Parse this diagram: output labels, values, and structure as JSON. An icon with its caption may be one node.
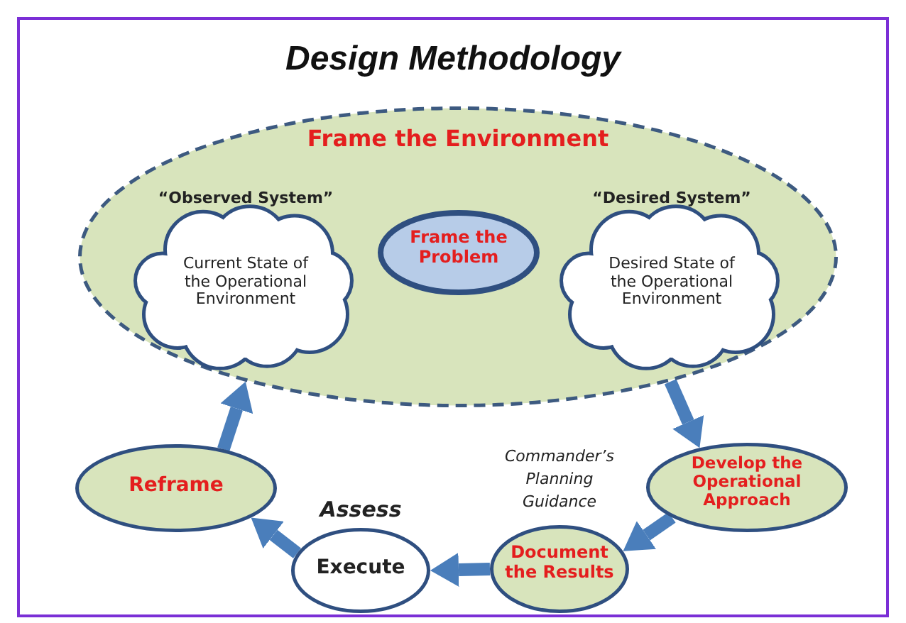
{
  "diagram": {
    "title": "Design Methodology",
    "nodes": [
      {
        "text": [
          "Frame the Environment"
        ]
      },
      {
        "text": [
          "“Observed System”",
          "Current State of the Operational Environment"
        ],
        "in": 0
      },
      {
        "text": [
          "Frame the Problem"
        ],
        "in": 0
      },
      {
        "text": [
          "“Desired System”",
          "Desired State of the Operational Environment"
        ],
        "in": 0
      },
      {
        "text": [
          "Develop the Operational Approach"
        ]
      },
      {
        "text": [
          "Document the Results"
        ],
        "beside": [
          "Commander’s Planning Guidance"
        ]
      },
      {
        "text": [
          "Execute"
        ],
        "beside": [
          "Assess"
        ]
      },
      {
        "text": [
          "Reframe"
        ]
      }
    ],
    "edges": [
      {
        "from": 0,
        "to": 4,
        "arrow": "to"
      },
      {
        "from": 4,
        "to": 5,
        "arrow": "to"
      },
      {
        "from": 5,
        "to": 6,
        "arrow": "to"
      },
      {
        "from": 6,
        "to": 7,
        "arrow": "to"
      },
      {
        "from": 7,
        "to": 0,
        "arrow": "to"
      }
    ]
  }
}
